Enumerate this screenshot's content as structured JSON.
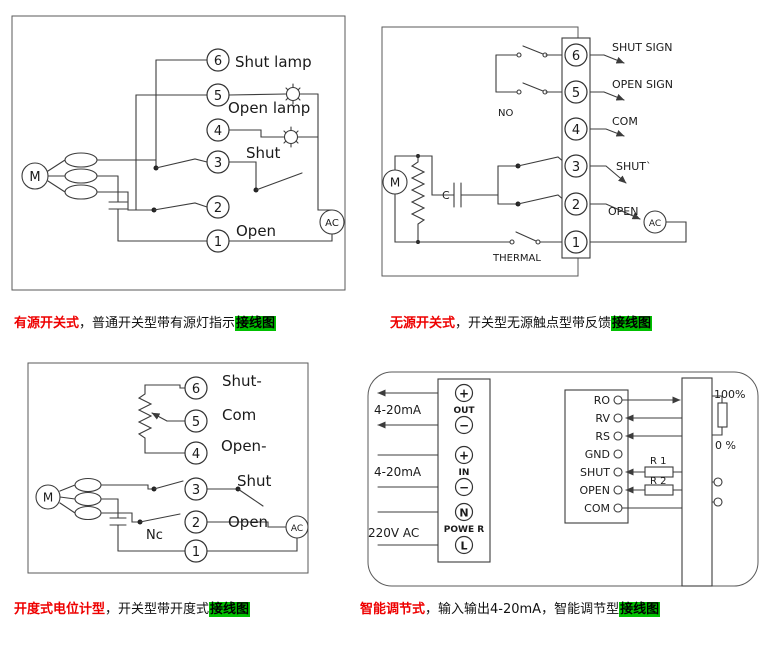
{
  "colors": {
    "caption_lead": "#ee0000",
    "caption_highlight_bg": "#00c000",
    "line": "#3c3c3c"
  },
  "captions": {
    "tl": {
      "lead": "有源开关式",
      "body": "，普通开关型带有源灯指示",
      "tail": "接线图"
    },
    "tr": {
      "lead": "无源开关式",
      "body": "，开关型无源触点型带反馈",
      "tail": "接线图"
    },
    "bl": {
      "lead": "开度式电位计型",
      "body": "，开关型带开度式",
      "tail": "接线图"
    },
    "br": {
      "lead": "智能调节式",
      "body": "，输入输出4-20mA，智能调节型",
      "tail": "接线图"
    }
  },
  "tl": {
    "terminals": [
      "6",
      "5",
      "4",
      "3",
      "2",
      "1"
    ],
    "motor": "M",
    "ac": "AC",
    "labels": {
      "shut_lamp": "Shut lamp",
      "open_lamp": "Open lamp",
      "shut": "Shut",
      "open": "Open"
    }
  },
  "tr": {
    "terminals": [
      "6",
      "5",
      "4",
      "3",
      "2",
      "1"
    ],
    "motor": "M",
    "ac": "AC",
    "cap": "C",
    "no": "NO",
    "thermal": "THERMAL",
    "labels": {
      "t6": "SHUT SIGN",
      "t5": "OPEN SIGN",
      "t4": "COM",
      "t3": "SHUT`",
      "t2": "OPEN"
    }
  },
  "bl": {
    "terminals": [
      "6",
      "5",
      "4",
      "3",
      "2",
      "1"
    ],
    "motor": "M",
    "ac": "AC",
    "labels": {
      "t6": "Shut-",
      "t5": "Com",
      "t4": "Open-",
      "t3": "Shut",
      "t2": "Open",
      "nc": "Nc"
    }
  },
  "br": {
    "strip": {
      "out_plus": "+",
      "out_label": "OUT",
      "out_minus": "−",
      "in_plus": "+",
      "in_label": "IN",
      "in_minus": "−",
      "n": "N",
      "power_label": "POWE R",
      "l": "L"
    },
    "io": {
      "out_ma": "4-20mA",
      "in_ma": "4-20mA",
      "power": "220V  AC"
    },
    "ctrl": [
      "RO",
      "RV",
      "RS",
      "GND",
      "SHUT",
      "OPEN",
      "COM"
    ],
    "right": {
      "p100": "100%",
      "p0": "0 %",
      "r1": "R 1",
      "r2": "R 2"
    }
  }
}
